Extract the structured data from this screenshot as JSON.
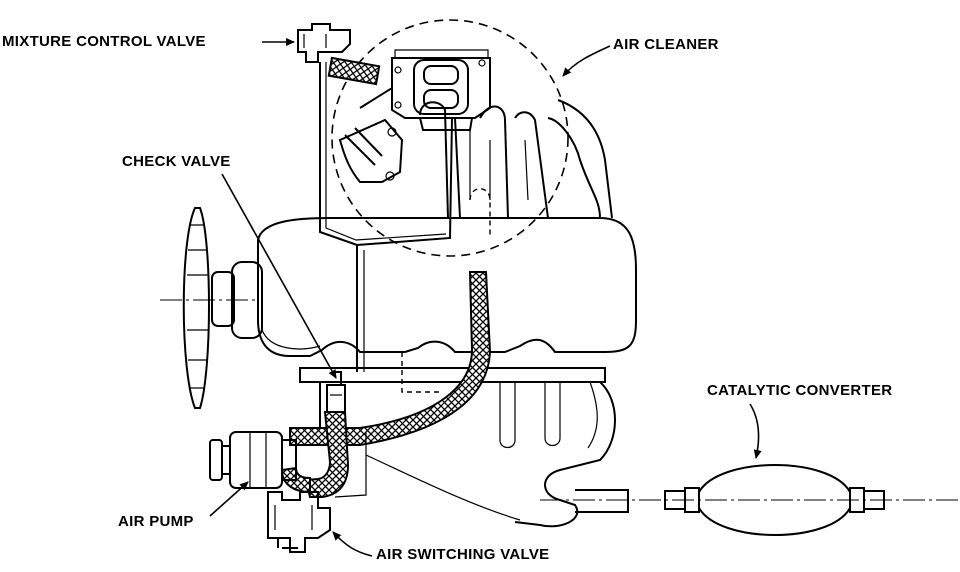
{
  "labels": {
    "mixture_control_valve": "MIXTURE CONTROL VALVE",
    "air_cleaner": "AIR CLEANER",
    "check_valve": "CHECK VALVE",
    "catalytic_converter": "CATALYTIC CONVERTER",
    "air_pump": "AIR PUMP",
    "air_switching_valve": "AIR SWITCHING VALVE"
  },
  "colors": {
    "line": "#000000",
    "background": "#ffffff"
  }
}
